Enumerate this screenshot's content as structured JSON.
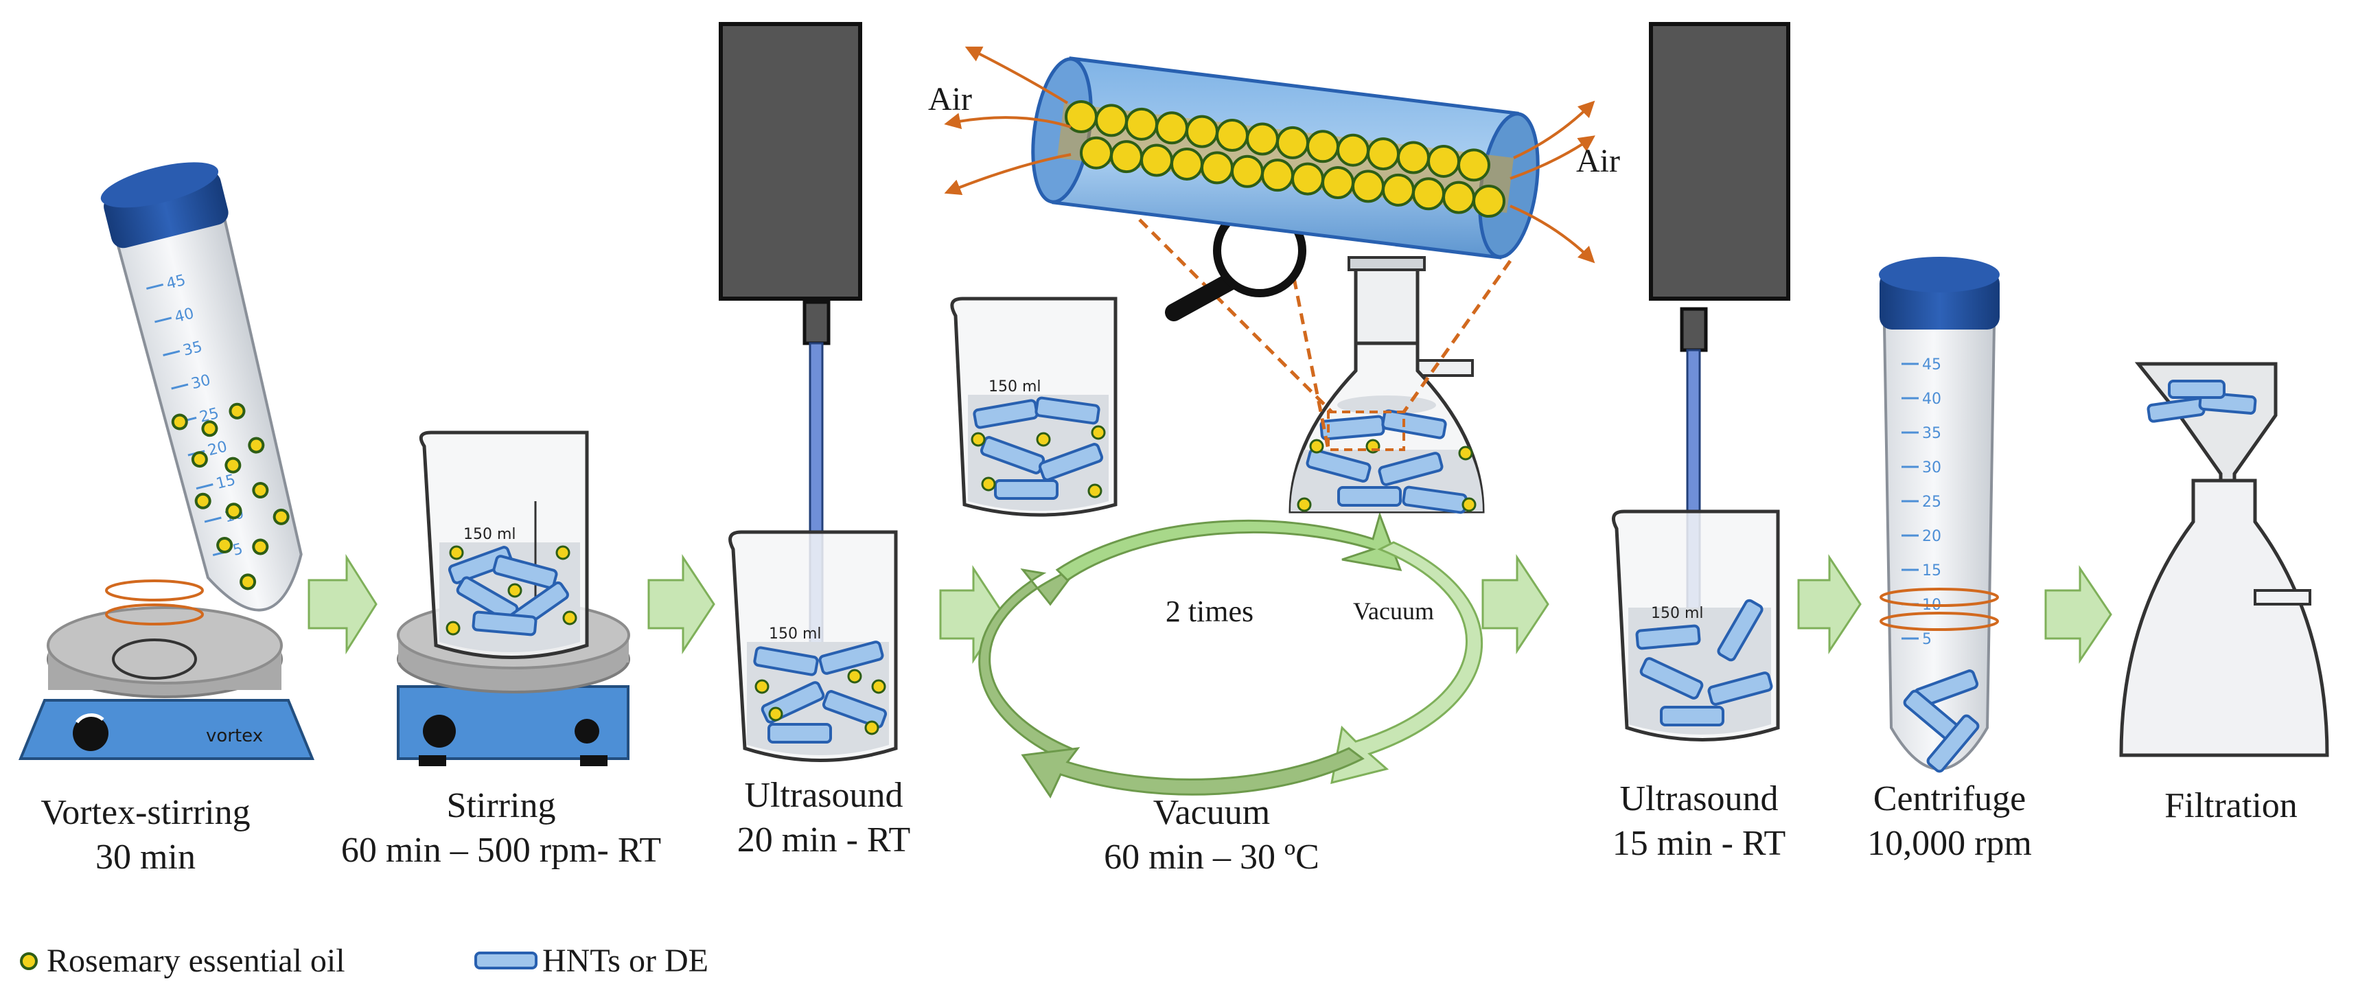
{
  "steps": [
    {
      "title": "Vortex-stirring",
      "detail": "30 min"
    },
    {
      "title": "Stirring",
      "detail": "60 min – 500 rpm- RT"
    },
    {
      "title": "Ultrasound",
      "detail": "20 min - RT"
    },
    {
      "title": "Vacuum",
      "detail": "60 min – 30 ºC"
    },
    {
      "title": "Ultrasound",
      "detail": "15 min - RT"
    },
    {
      "title": "Centrifuge",
      "detail": "10,000 rpm"
    },
    {
      "title": "Filtration",
      "detail": ""
    }
  ],
  "cycle": {
    "label": "2 times",
    "vacuum_label": "Vacuum"
  },
  "air": {
    "left": "Air",
    "right": "Air"
  },
  "equipment": {
    "vortex_brand": "vortex"
  },
  "beaker_volume": "150 ml",
  "tube_graduations": [
    "45",
    "40",
    "35",
    "30",
    "25",
    "20",
    "15",
    "10",
    "5"
  ],
  "legend": [
    {
      "symbol": "yellow-dot-icon",
      "label": "Rosemary essential oil"
    },
    {
      "symbol": "blue-tube-icon",
      "label": "HNTs or DE"
    }
  ],
  "colors": {
    "oil_fill": "#f2d21b",
    "oil_stroke": "#2e5e16",
    "tube_blue": "#4d8fd6",
    "tube_blue_light": "#9fc5ec",
    "arrow_green": "#c8e6b4",
    "arrow_green_stroke": "#7fb05a",
    "air_orange": "#d2691e",
    "cap_blue": "#1f4e9c",
    "sonic_gray": "#555555"
  }
}
